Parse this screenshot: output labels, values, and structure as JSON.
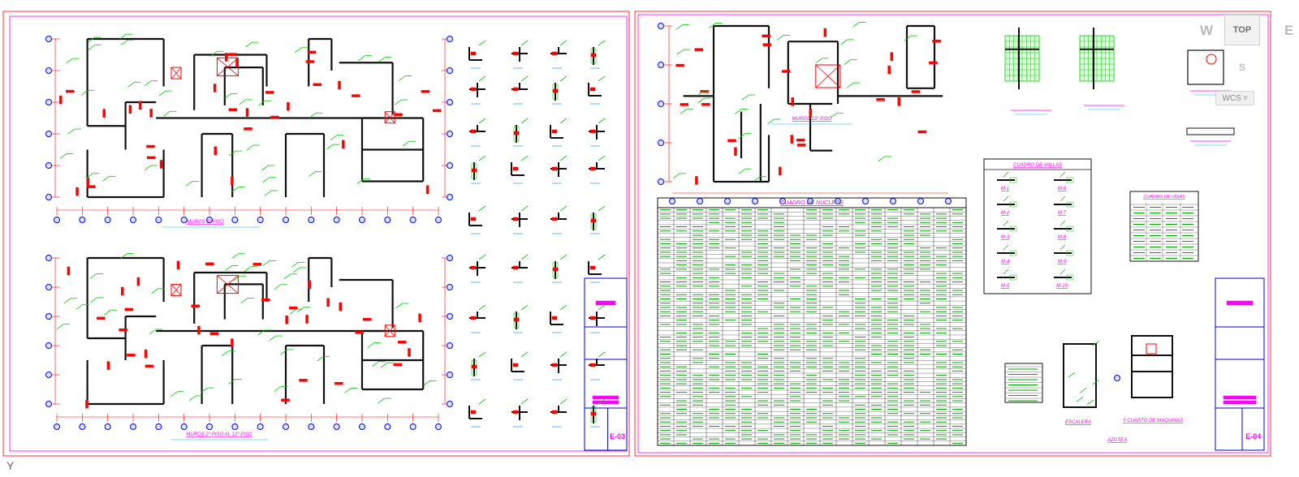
{
  "viewcube": {
    "top_label": "TOP",
    "west_label": "W",
    "east_label": "E",
    "south_label": "S"
  },
  "wcs_menu": {
    "label": "WCS ▿"
  },
  "sheet_left": {
    "plan_top_title": "MUROS 1° PISO",
    "plan_bottom_title": "MUROS 2° PISO AL 12° PISO",
    "sheet_number": "E-03"
  },
  "sheet_right": {
    "plan_title": "MUROS 13° PISO",
    "table_nucleos_title": "CUADRO DE NUCLEOS",
    "table_vallas_title": "CUADRO DE VALLAS",
    "table_vigas_title": "CUADRO DE VIGAS",
    "valla_labels": [
      "M-1",
      "M-2",
      "M-3",
      "M-4",
      "M-5",
      "M-6",
      "M-7",
      "M-8",
      "M-9",
      "M-10"
    ],
    "stair_label": "ESCALERA",
    "cuarto_label": "Y CUARTO DE MAQUINAS",
    "roof_label": "AZOTEA",
    "sheet_number": "E-04"
  },
  "colors": {
    "wall": "#101010",
    "column": "#ff0000",
    "annotation": "#00cc00",
    "dimension": "#ff0000",
    "grid_bubble": "#0000ff",
    "border": "#ff00ff",
    "title_text": "#ff00ff",
    "table_text": "#00aa00",
    "frame": "#0000cc"
  }
}
